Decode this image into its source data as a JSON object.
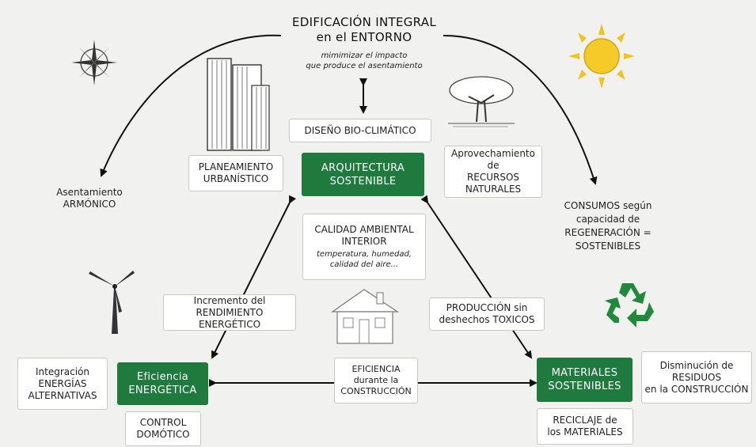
{
  "top": {
    "title": "EDIFICACIÓN INTEGRAL\nen el ENTORNO",
    "subtitle": "mimimizar el impacto\nque produce el asentamiento"
  },
  "boxes": {
    "diseno": "DISEÑO BIO-CLIMÁTICO",
    "planeamiento": "PLANEAMIENTO\nURBANÍSTICO",
    "arquitectura": "ARQUITECTURA\nSOSTENIBLE",
    "recursos": "Aprovechamiento de\nRECURSOS\nNATURALES",
    "calidad_title": "CALIDAD AMBIENTAL\nINTERIOR",
    "calidad_sub": "temperatura, humedad,\ncalidad del aire...",
    "rendimiento": "Incremento del\nRENDIMIENTO ENERGÉTICO",
    "produccion": "PRODUCCIÓN sin\ndeshechos TOXICOS",
    "eficiencia_energetica": "Eficiencia\nENERGÉTICA",
    "integracion": "Integración\nENERGÍAS\nALTERNATIVAS",
    "control": "CONTROL\nDOMÓTICO",
    "eficiencia_construccion": "EFICIENCIA\ndurante la\nCONSTRUCCIÓN",
    "materiales": "MATERIALES\nSOSTENIBLES",
    "disminucion": "Disminución de\nRESIDUOS\nen la CONSTRUCCIÓN",
    "reciclaje": "RECICLAJE de\nlos MATERIALES"
  },
  "labels": {
    "asentamiento": "Asentamiento\nARMÓNICO",
    "consumos": "CONSUMOS según\ncapacidad de\nREGENERACIÓN =\nSOSTENIBLES"
  },
  "icons": [
    "compass-rose-icon",
    "buildings-icon",
    "tree-icon",
    "sun-icon",
    "wind-turbine-icon",
    "house-icon",
    "recycle-icon"
  ],
  "colors": {
    "green": "#1f7a3d",
    "sun": "#f3c21b",
    "recycle": "#1f8a3b",
    "background": "#f1f1ef"
  }
}
